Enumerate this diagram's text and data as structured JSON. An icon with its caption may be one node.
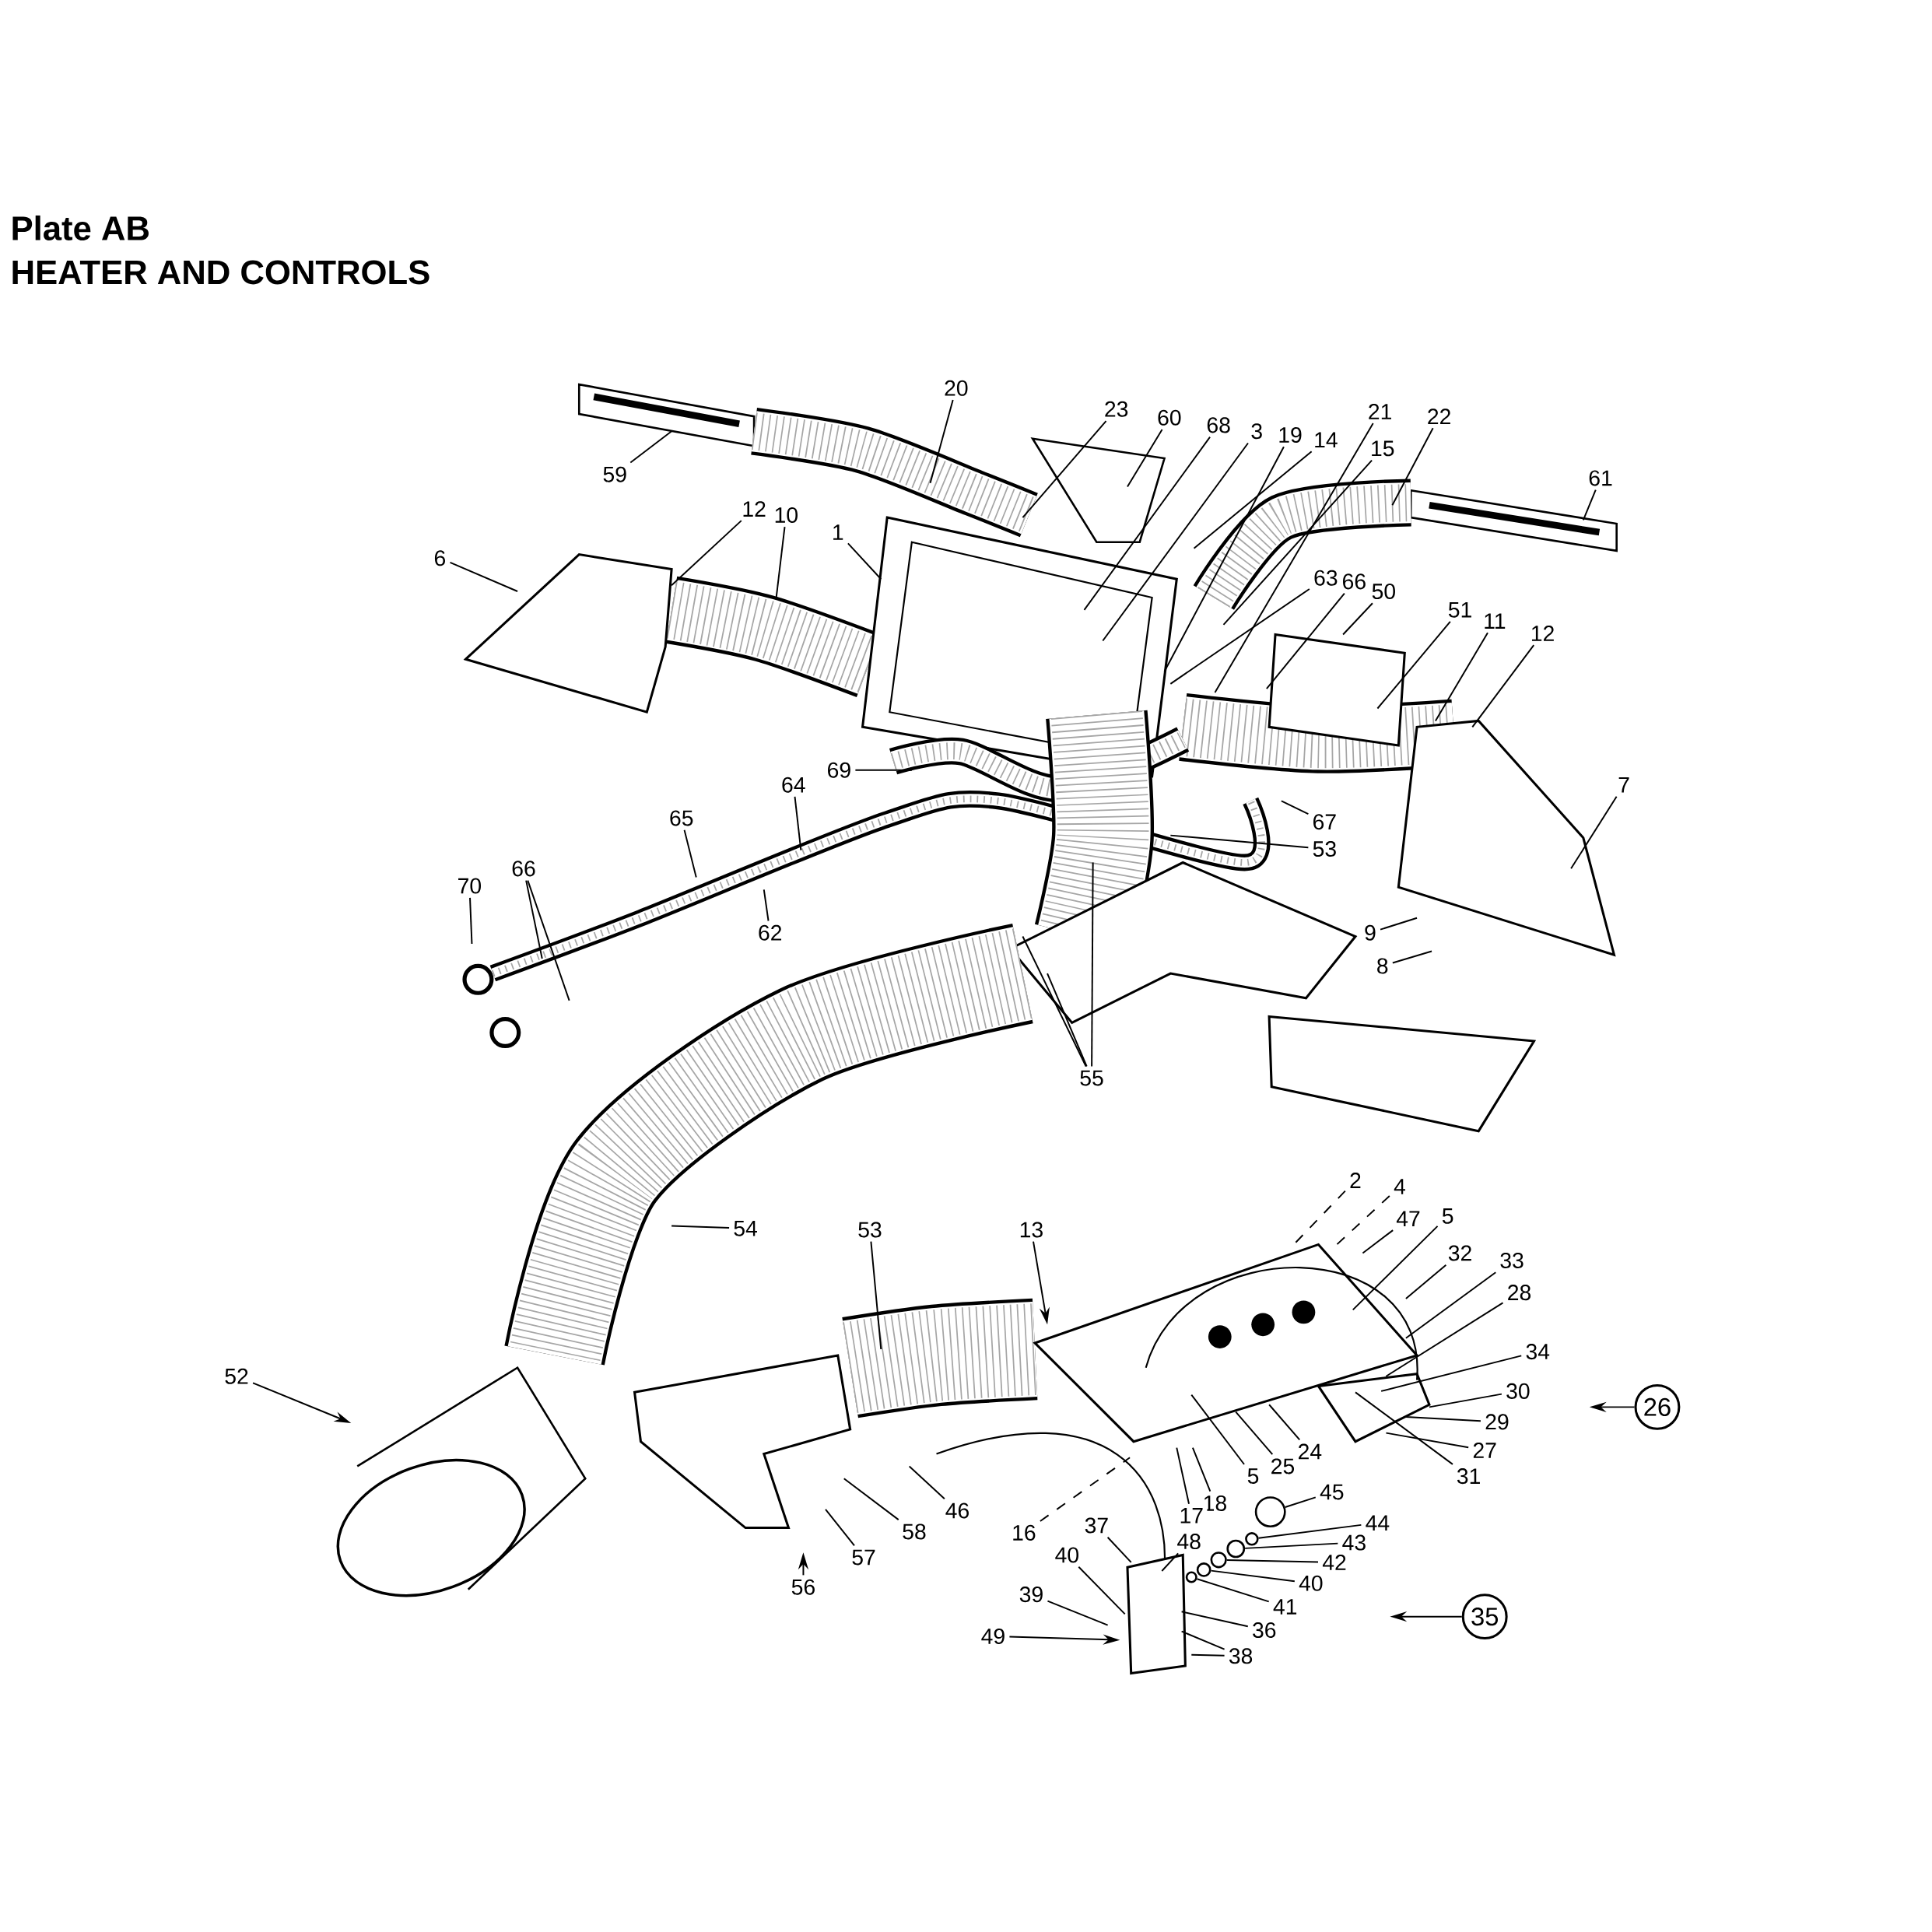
{
  "diagram": {
    "title": "HEATER AND CONTROLS",
    "labels": [
      "Plate AB"
    ],
    "nodes": [
      {
        "text": [
          "20"
        ]
      },
      {
        "text": [
          "59"
        ]
      },
      {
        "text": [
          "23"
        ]
      },
      {
        "text": [
          "60"
        ]
      },
      {
        "text": [
          "68"
        ]
      },
      {
        "text": [
          "3"
        ]
      },
      {
        "text": [
          "19"
        ]
      },
      {
        "text": [
          "14"
        ]
      },
      {
        "text": [
          "21"
        ]
      },
      {
        "text": [
          "15"
        ]
      },
      {
        "text": [
          "22"
        ]
      },
      {
        "text": [
          "61"
        ]
      },
      {
        "text": [
          "12"
        ]
      },
      {
        "text": [
          "10"
        ]
      },
      {
        "text": [
          "1"
        ]
      },
      {
        "text": [
          "6"
        ]
      },
      {
        "text": [
          "63"
        ]
      },
      {
        "text": [
          "66"
        ]
      },
      {
        "text": [
          "50"
        ]
      },
      {
        "text": [
          "51"
        ]
      },
      {
        "text": [
          "11"
        ]
      },
      {
        "text": [
          "12"
        ]
      },
      {
        "text": [
          "69"
        ]
      },
      {
        "text": [
          "64"
        ]
      },
      {
        "text": [
          "7"
        ]
      },
      {
        "text": [
          "65"
        ]
      },
      {
        "text": [
          "67"
        ]
      },
      {
        "text": [
          "53"
        ]
      },
      {
        "text": [
          "70"
        ]
      },
      {
        "text": [
          "66"
        ]
      },
      {
        "text": [
          "62"
        ]
      },
      {
        "text": [
          "9"
        ]
      },
      {
        "text": [
          "8"
        ]
      },
      {
        "text": [
          "55"
        ]
      },
      {
        "text": [
          "2"
        ]
      },
      {
        "text": [
          "4"
        ]
      },
      {
        "text": [
          "47"
        ]
      },
      {
        "text": [
          "5"
        ]
      },
      {
        "text": [
          "54"
        ]
      },
      {
        "text": [
          "53"
        ]
      },
      {
        "text": [
          "13"
        ]
      },
      {
        "text": [
          "32"
        ]
      },
      {
        "text": [
          "33"
        ]
      },
      {
        "text": [
          "28"
        ]
      },
      {
        "text": [
          "34"
        ]
      },
      {
        "text": [
          "52"
        ]
      },
      {
        "text": [
          "30"
        ]
      },
      {
        "text": [
          "26"
        ]
      },
      {
        "text": [
          "29"
        ]
      },
      {
        "text": [
          "27"
        ]
      },
      {
        "text": [
          "24"
        ]
      },
      {
        "text": [
          "25"
        ]
      },
      {
        "text": [
          "5"
        ]
      },
      {
        "text": [
          "31"
        ]
      },
      {
        "text": [
          "45"
        ]
      },
      {
        "text": [
          "18"
        ]
      },
      {
        "text": [
          "46"
        ]
      },
      {
        "text": [
          "17"
        ]
      },
      {
        "text": [
          "44"
        ]
      },
      {
        "text": [
          "58"
        ]
      },
      {
        "text": [
          "16"
        ]
      },
      {
        "text": [
          "37"
        ]
      },
      {
        "text": [
          "48"
        ]
      },
      {
        "text": [
          "43"
        ]
      },
      {
        "text": [
          "40"
        ]
      },
      {
        "text": [
          "57"
        ]
      },
      {
        "text": [
          "42"
        ]
      },
      {
        "text": [
          "40"
        ]
      },
      {
        "text": [
          "56"
        ]
      },
      {
        "text": [
          "39"
        ]
      },
      {
        "text": [
          "41"
        ]
      },
      {
        "text": [
          "35"
        ]
      },
      {
        "text": [
          "36"
        ]
      },
      {
        "text": [
          "49"
        ]
      },
      {
        "text": [
          "38"
        ]
      },
      {
        "text": [],
        "shape": "circle"
      },
      {
        "text": [],
        "shape": "circle"
      },
      {
        "text": [],
        "shape": "circle"
      },
      {
        "text": [],
        "shape": "circle"
      },
      {
        "text": [],
        "shape": "circle"
      },
      {
        "text": [],
        "shape": "circle"
      }
    ],
    "edges": [
      {
        "from": 0,
        "to": null,
        "arrow": "none"
      },
      {
        "from": 1,
        "to": null,
        "arrow": "none"
      },
      {
        "from": 2,
        "to": null,
        "arrow": "none"
      },
      {
        "from": 3,
        "to": null,
        "arrow": "none"
      },
      {
        "from": 4,
        "to": null,
        "arrow": "none"
      },
      {
        "from": 5,
        "to": null,
        "arrow": "none"
      },
      {
        "from": 6,
        "to": null,
        "arrow": "none"
      },
      {
        "from": 7,
        "to": null,
        "arrow": "none"
      },
      {
        "from": 8,
        "to": null,
        "arrow": "none"
      },
      {
        "from": 9,
        "to": null,
        "arrow": "none"
      },
      {
        "from": 10,
        "to": null,
        "arrow": "none"
      },
      {
        "from": 11,
        "to": null,
        "arrow": "none"
      },
      {
        "from": 12,
        "to": null,
        "arrow": "none"
      },
      {
        "from": 13,
        "to": null,
        "arrow": "none"
      },
      {
        "from": 14,
        "to": null,
        "arrow": "none"
      },
      {
        "from": 15,
        "to": null,
        "arrow": "none"
      },
      {
        "from": 16,
        "to": null,
        "arrow": "none"
      },
      {
        "from": 17,
        "to": null,
        "arrow": "none"
      },
      {
        "from": 18,
        "to": null,
        "arrow": "none"
      },
      {
        "from": 19,
        "to": null,
        "arrow": "none"
      },
      {
        "from": 20,
        "to": null,
        "arrow": "none"
      },
      {
        "from": 21,
        "to": null,
        "arrow": "none"
      },
      {
        "from": 22,
        "to": null,
        "arrow": "none"
      },
      {
        "from": 23,
        "to": null,
        "arrow": "none"
      },
      {
        "from": 24,
        "to": null,
        "arrow": "none"
      },
      {
        "from": 25,
        "to": null,
        "arrow": "none"
      },
      {
        "from": 26,
        "to": null,
        "arrow": "none"
      },
      {
        "from": 27,
        "to": null,
        "arrow": "none"
      },
      {
        "from": 28,
        "to": null,
        "arrow": "none"
      },
      {
        "from": 29,
        "to": null,
        "arrow": "none"
      },
      {
        "from": 29,
        "to": null,
        "arrow": "none"
      },
      {
        "from": 30,
        "to": null,
        "arrow": "none"
      },
      {
        "from": 31,
        "to": null,
        "arrow": "none"
      },
      {
        "from": 32,
        "to": null,
        "arrow": "none"
      },
      {
        "from": 33,
        "to": null,
        "arrow": "none"
      },
      {
        "from": 33,
        "to": null,
        "arrow": "none"
      },
      {
        "from": 33,
        "to": null,
        "arrow": "none"
      },
      {
        "from": 34,
        "to": null,
        "arrow": "none",
        "style": "dashed"
      },
      {
        "from": 35,
        "to": null,
        "arrow": "none",
        "style": "dashed"
      },
      {
        "from": 36,
        "to": null,
        "arrow": "none"
      },
      {
        "from": 37,
        "to": null,
        "arrow": "none"
      },
      {
        "from": 38,
        "to": null,
        "arrow": "none"
      },
      {
        "from": 39,
        "to": null,
        "arrow": "none"
      },
      {
        "from": 40,
        "to": null,
        "arrow": "to"
      },
      {
        "from": 41,
        "to": null,
        "arrow": "none"
      },
      {
        "from": 42,
        "to": null,
        "arrow": "none"
      },
      {
        "from": 43,
        "to": null,
        "arrow": "none"
      },
      {
        "from": 44,
        "to": null,
        "arrow": "none"
      },
      {
        "from": 45,
        "to": null,
        "arrow": "to"
      },
      {
        "from": 46,
        "to": null,
        "arrow": "none"
      },
      {
        "from": 47,
        "to": null,
        "arrow": "to"
      },
      {
        "from": 48,
        "to": null,
        "arrow": "none"
      },
      {
        "from": 49,
        "to": null,
        "arrow": "none"
      },
      {
        "from": 50,
        "to": null,
        "arrow": "none"
      },
      {
        "from": 51,
        "to": null,
        "arrow": "none"
      },
      {
        "from": 52,
        "to": null,
        "arrow": "none"
      },
      {
        "from": 53,
        "to": null,
        "arrow": "none"
      },
      {
        "from": 54,
        "to": 80,
        "arrow": "none"
      },
      {
        "from": 55,
        "to": null,
        "arrow": "none"
      },
      {
        "from": 56,
        "to": null,
        "arrow": "none"
      },
      {
        "from": 57,
        "to": null,
        "arrow": "none"
      },
      {
        "from": 58,
        "to": 79,
        "arrow": "none"
      },
      {
        "from": 59,
        "to": null,
        "arrow": "none"
      },
      {
        "from": 60,
        "to": null,
        "arrow": "none",
        "style": "dashed"
      },
      {
        "from": 61,
        "to": null,
        "arrow": "none"
      },
      {
        "from": 62,
        "to": null,
        "arrow": "none"
      },
      {
        "from": 63,
        "to": 78,
        "arrow": "none"
      },
      {
        "from": 64,
        "to": null,
        "arrow": "none"
      },
      {
        "from": 65,
        "to": null,
        "arrow": "none"
      },
      {
        "from": 66,
        "to": 77,
        "arrow": "none"
      },
      {
        "from": 67,
        "to": 76,
        "arrow": "none"
      },
      {
        "from": 68,
        "to": null,
        "arrow": "to"
      },
      {
        "from": 69,
        "to": null,
        "arrow": "none"
      },
      {
        "from": 70,
        "to": 75,
        "arrow": "none"
      },
      {
        "from": 71,
        "to": null,
        "arrow": "to"
      },
      {
        "from": 72,
        "to": null,
        "arrow": "none"
      },
      {
        "from": 73,
        "to": null,
        "arrow": "to"
      },
      {
        "from": 74,
        "to": null,
        "arrow": "none"
      },
      {
        "from": 74,
        "to": null,
        "arrow": "none"
      }
    ]
  }
}
